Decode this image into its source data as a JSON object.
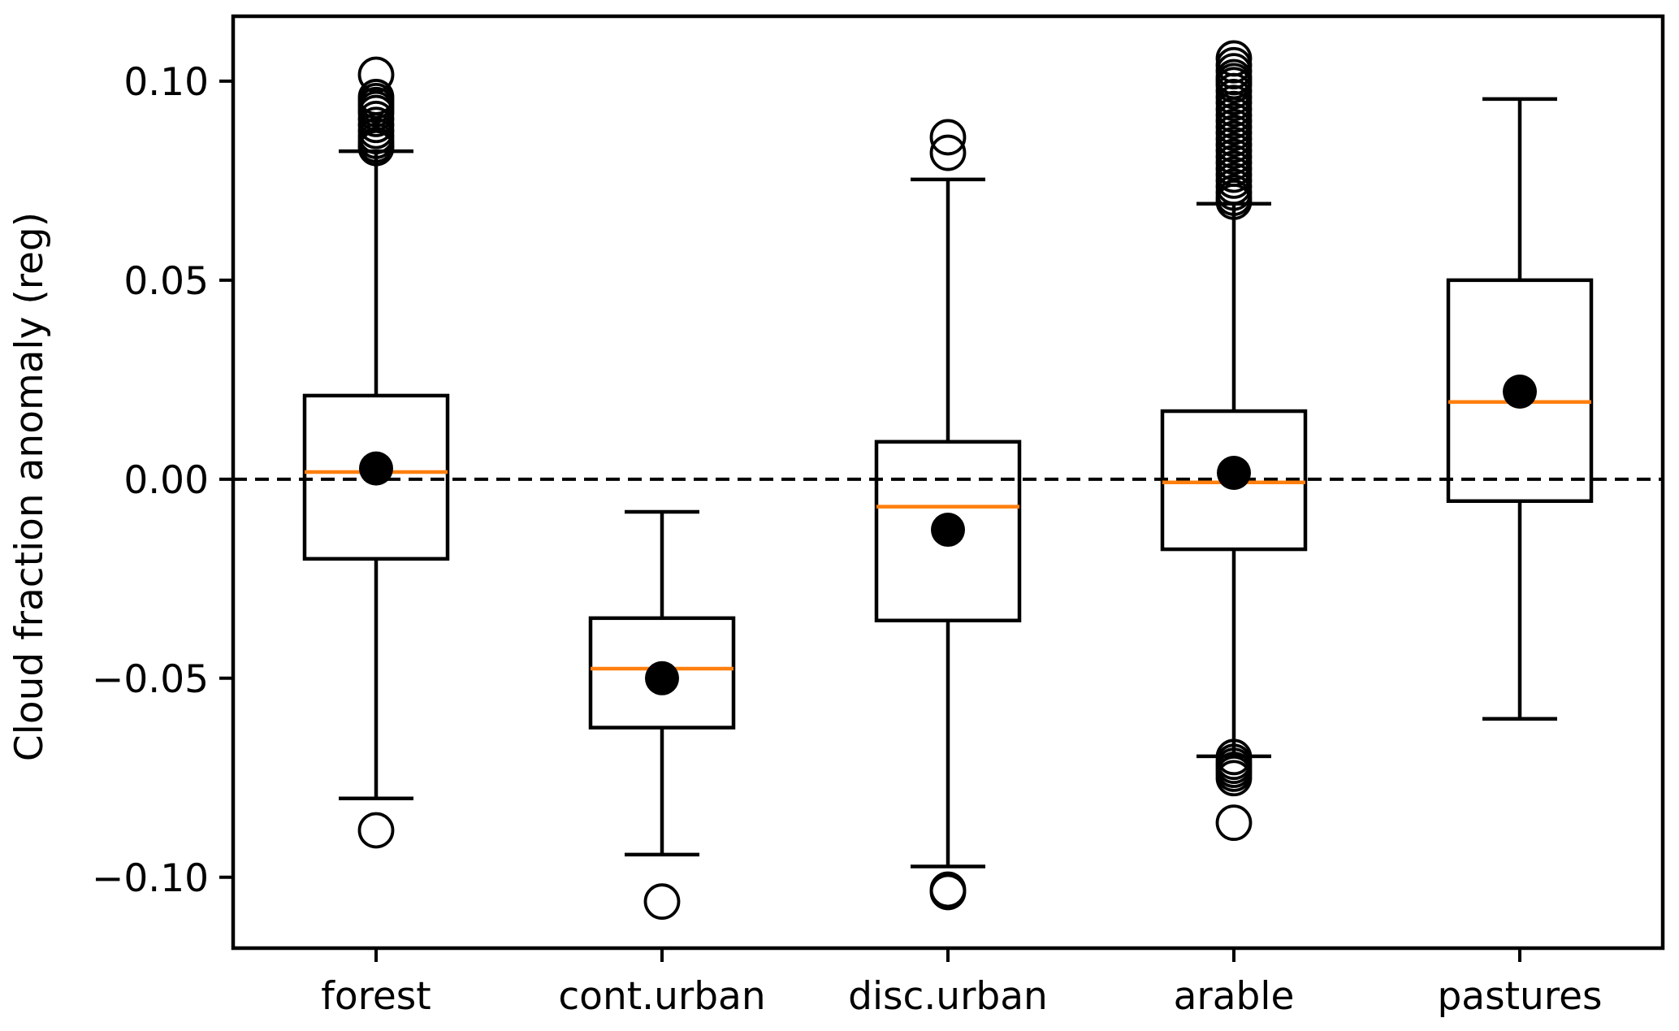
{
  "chart_data": {
    "type": "box",
    "title": "",
    "xlabel": "",
    "ylabel": "Cloud fraction anomaly (reg)",
    "categories": [
      "forest",
      "cont.urban",
      "disc.urban",
      "arable",
      "pastures"
    ],
    "ylim": [
      -0.1178,
      0.1163
    ],
    "xlim": [
      0.5,
      5.5
    ],
    "yticks": [
      -0.1,
      -0.05,
      0.0,
      0.05,
      0.1
    ],
    "ytick_labels": [
      "−0.10",
      "−0.05",
      "0.00",
      "0.05",
      "0.10"
    ],
    "grid": false,
    "reference_line": {
      "y": 0.0,
      "style": "dashed",
      "color": "#000000"
    },
    "median_color": "#ff7f0e",
    "mean_marker_color": "#000000",
    "series": [
      {
        "name": "forest",
        "whisker_low": -0.0802,
        "q1": -0.02,
        "median": 0.0018,
        "q3": 0.021,
        "whisker_high": 0.0824,
        "mean": 0.0027,
        "outliers": [
          0.1016,
          0.096,
          0.095,
          0.094,
          0.093,
          0.092,
          0.0905,
          0.089,
          0.0875,
          0.0862,
          0.085,
          0.084,
          0.0832,
          -0.0882
        ]
      },
      {
        "name": "cont.urban",
        "whisker_low": -0.0943,
        "q1": -0.0624,
        "median": -0.0476,
        "q3": -0.0349,
        "whisker_high": -0.0082,
        "mean": -0.05,
        "outliers": [
          -0.1061
        ]
      },
      {
        "name": "disc.urban",
        "whisker_low": -0.0973,
        "q1": -0.0355,
        "median": -0.0069,
        "q3": 0.0094,
        "whisker_high": 0.0753,
        "mean": -0.0127,
        "outliers": [
          0.0859,
          0.082,
          -0.1031,
          -0.1037
        ]
      },
      {
        "name": "arable",
        "whisker_low": -0.0696,
        "q1": -0.0176,
        "median": -0.0008,
        "q3": 0.0171,
        "whisker_high": 0.0692,
        "mean": 0.0016,
        "outliers": [
          0.1057,
          0.104,
          0.1025,
          0.101,
          0.1,
          0.099,
          0.0975,
          0.096,
          0.0945,
          0.093,
          0.0915,
          0.09,
          0.0885,
          0.087,
          0.0855,
          0.084,
          0.0825,
          0.081,
          0.0795,
          0.078,
          0.0765,
          0.075,
          0.0735,
          0.072,
          0.0707,
          0.0697,
          -0.0698,
          -0.071,
          -0.072,
          -0.073,
          -0.074,
          -0.0751,
          -0.0863
        ]
      },
      {
        "name": "pastures",
        "whisker_low": -0.0602,
        "q1": -0.0055,
        "median": 0.0194,
        "q3": 0.05,
        "whisker_high": 0.0955,
        "mean": 0.022,
        "outliers": []
      }
    ]
  }
}
